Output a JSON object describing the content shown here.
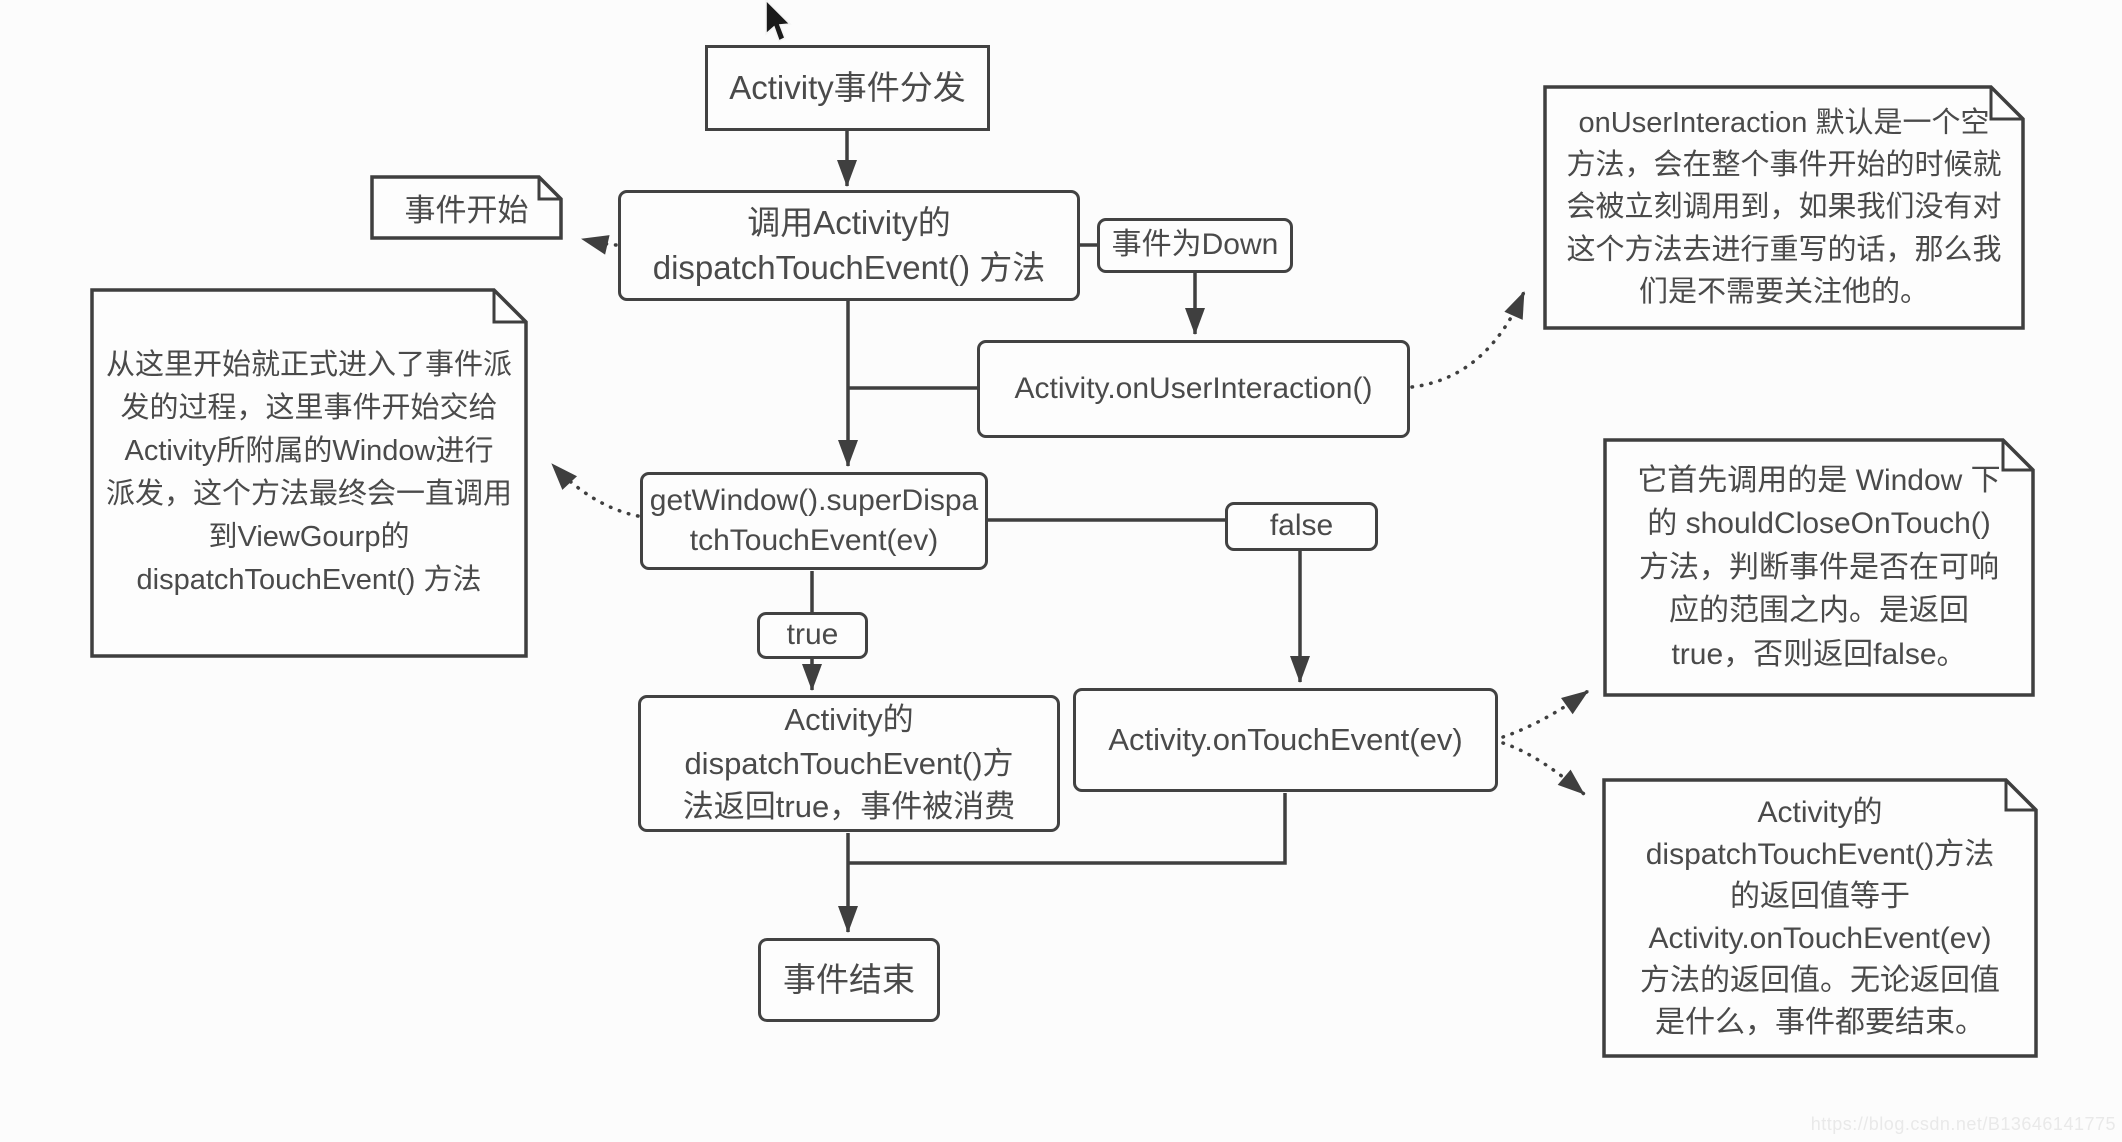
{
  "colors": {
    "line": "#3f3f3f",
    "text": "#4a4a4a",
    "box_border": "#424242",
    "box_bg": "#fdfdfd",
    "page_bg": "#fcfcfc",
    "watermark": "#e9e9e9"
  },
  "nodes": {
    "start": {
      "label": "Activity事件分发"
    },
    "call_dispatch": {
      "label": "调用Activity的\ndispatchTouchEvent() 方法"
    },
    "event_down": {
      "label": "事件为Down"
    },
    "on_user_interaction": {
      "label": "Activity.onUserInteraction()"
    },
    "get_window": {
      "label": "getWindow().superDispa\ntchTouchEvent(ev)"
    },
    "false_branch": {
      "label": "false"
    },
    "true_branch": {
      "label": "true"
    },
    "dispatch_returns_true": {
      "label": "Activity的\ndispatchTouchEvent()方\n法返回true，事件被消费"
    },
    "on_touch_event": {
      "label": "Activity.onTouchEvent(ev)"
    },
    "event_end": {
      "label": "事件结束"
    }
  },
  "notes": {
    "event_start": {
      "text": "事件开始"
    },
    "window_dispatch": {
      "text": "从这里开始就正式进入了事件派\n发的过程，这里事件开始交给\nActivity所附属的Window进行\n派发，这个方法最终会一直调用\n到ViewGourp的\ndispatchTouchEvent() 方法"
    },
    "on_user_interaction_info": {
      "text": "onUserInteraction 默认是一个空\n方法，会在整个事件开始的时候就\n会被立刻调用到，如果我们没有对\n这个方法去进行重写的话，那么我\n们是不需要关注他的。"
    },
    "should_close_info": {
      "text": "它首先调用的是 Window 下\n的 shouldCloseOnTouch()\n方法，判断事件是否在可响\n应的范围之内。是返回\ntrue，否则返回false。"
    },
    "return_value_info": {
      "text": "Activity的\ndispatchTouchEvent()方法\n的返回值等于\nActivity.onTouchEvent(ev)\n方法的返回值。无论返回值\n是什么，事件都要结束。"
    }
  },
  "watermark": "https://blog.csdn.net/B13646141775"
}
